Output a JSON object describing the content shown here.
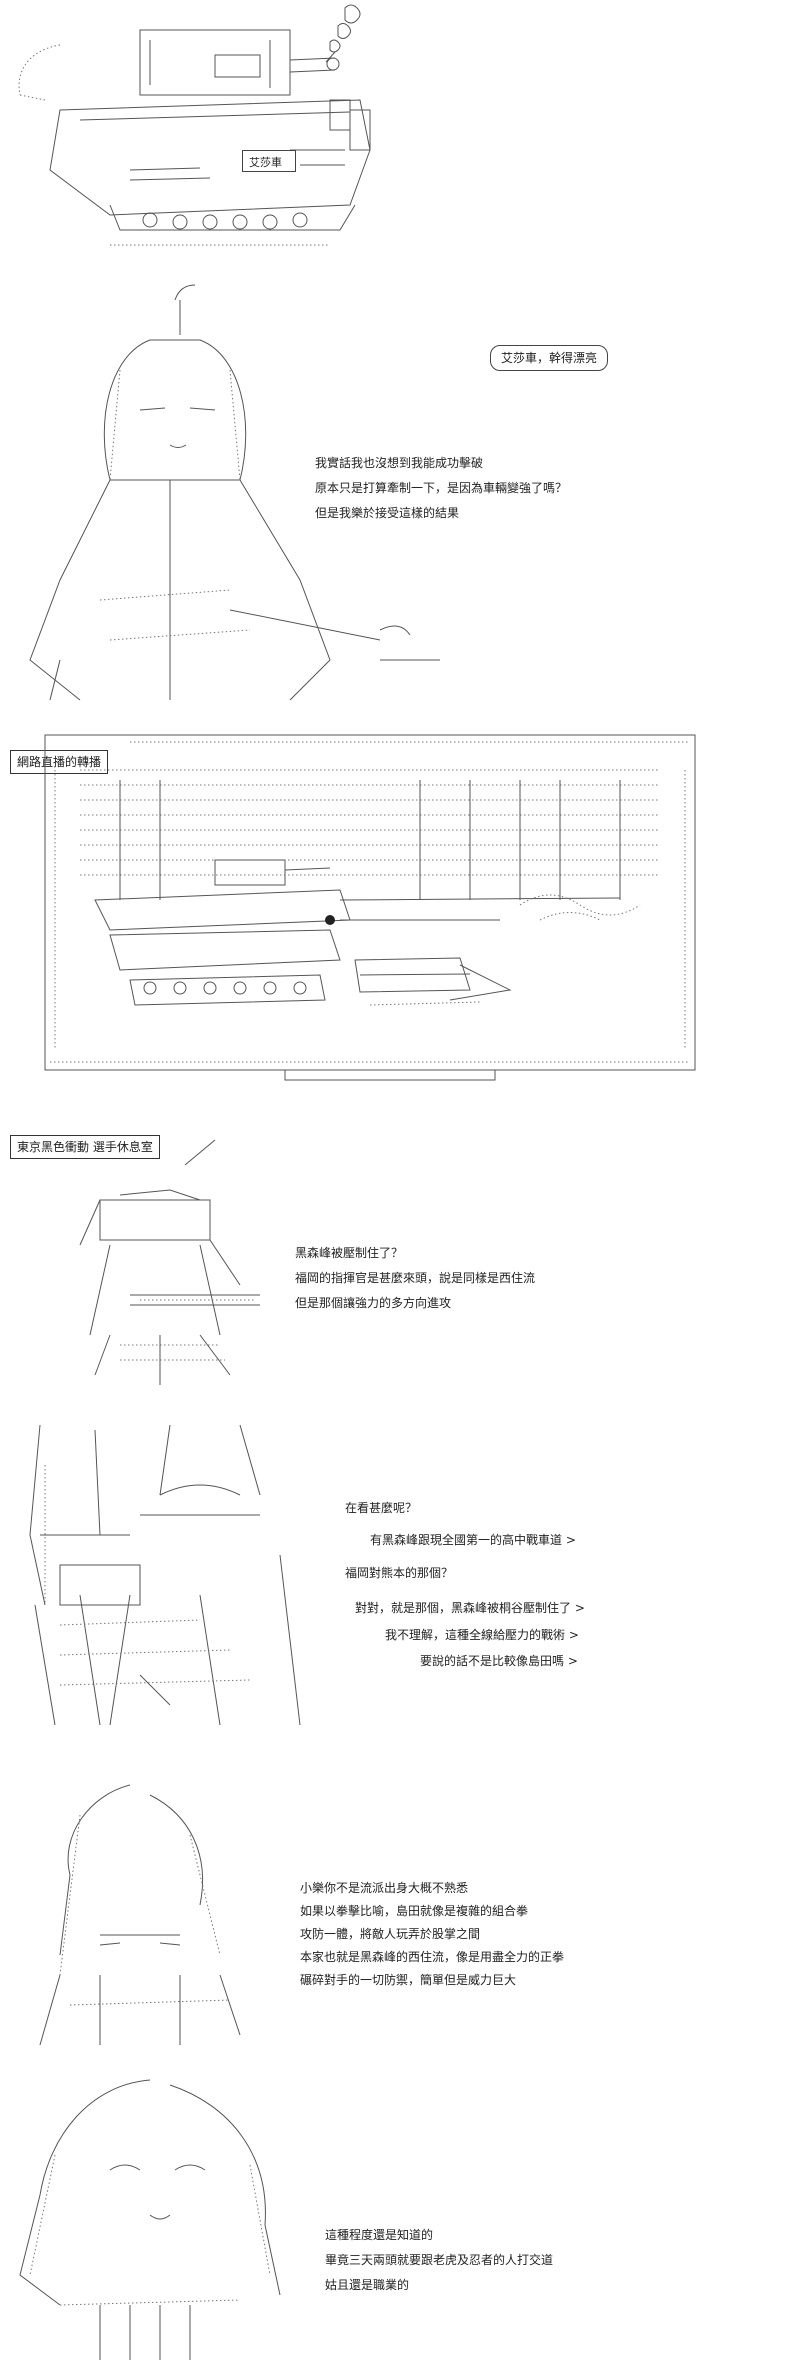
{
  "panel1": {
    "tank_sign": "艾莎車"
  },
  "panel2": {
    "bubble": "艾莎車，幹得漂亮",
    "lines": [
      "我實話我也沒想到我能成功擊破",
      "原本只是打算牽制一下，是因為車輛變強了嗎？",
      "但是我樂於接受這樣的結果"
    ]
  },
  "panel3": {
    "label": "網路直播的轉播"
  },
  "panel4": {
    "label": "東京黑色衝動 選手休息室",
    "lines": [
      "黑森峰被壓制住了？",
      "福岡的指揮官是甚麼來頭，說是同樣是西住流",
      "但是那個讓強力的多方向進攻"
    ]
  },
  "panel5": {
    "lines": [
      "在看甚麼呢？",
      "有黑森峰跟現全國第一的高中戰車道 >",
      "福岡對熊本的那個？",
      "對對，就是那個，黑森峰被桐谷壓制住了 >",
      "我不理解，這種全線給壓力的戰術 >",
      "要說的話不是比較像島田嗎 >"
    ]
  },
  "panel6": {
    "lines": [
      "小樂你不是流派出身大概不熟悉",
      "如果以拳擊比喻，島田就像是複雜的組合拳",
      "攻防一體，將敵人玩弄於股掌之間",
      "本家也就是黑森峰的西住流，像是用盡全力的正拳",
      "碾碎對手的一切防禦，簡單但是威力巨大"
    ]
  },
  "panel7": {
    "lines": [
      "這種程度還是知道的",
      "畢竟三天兩頭就要跟老虎及忍者的人打交道",
      "姑且還是職業的"
    ]
  }
}
